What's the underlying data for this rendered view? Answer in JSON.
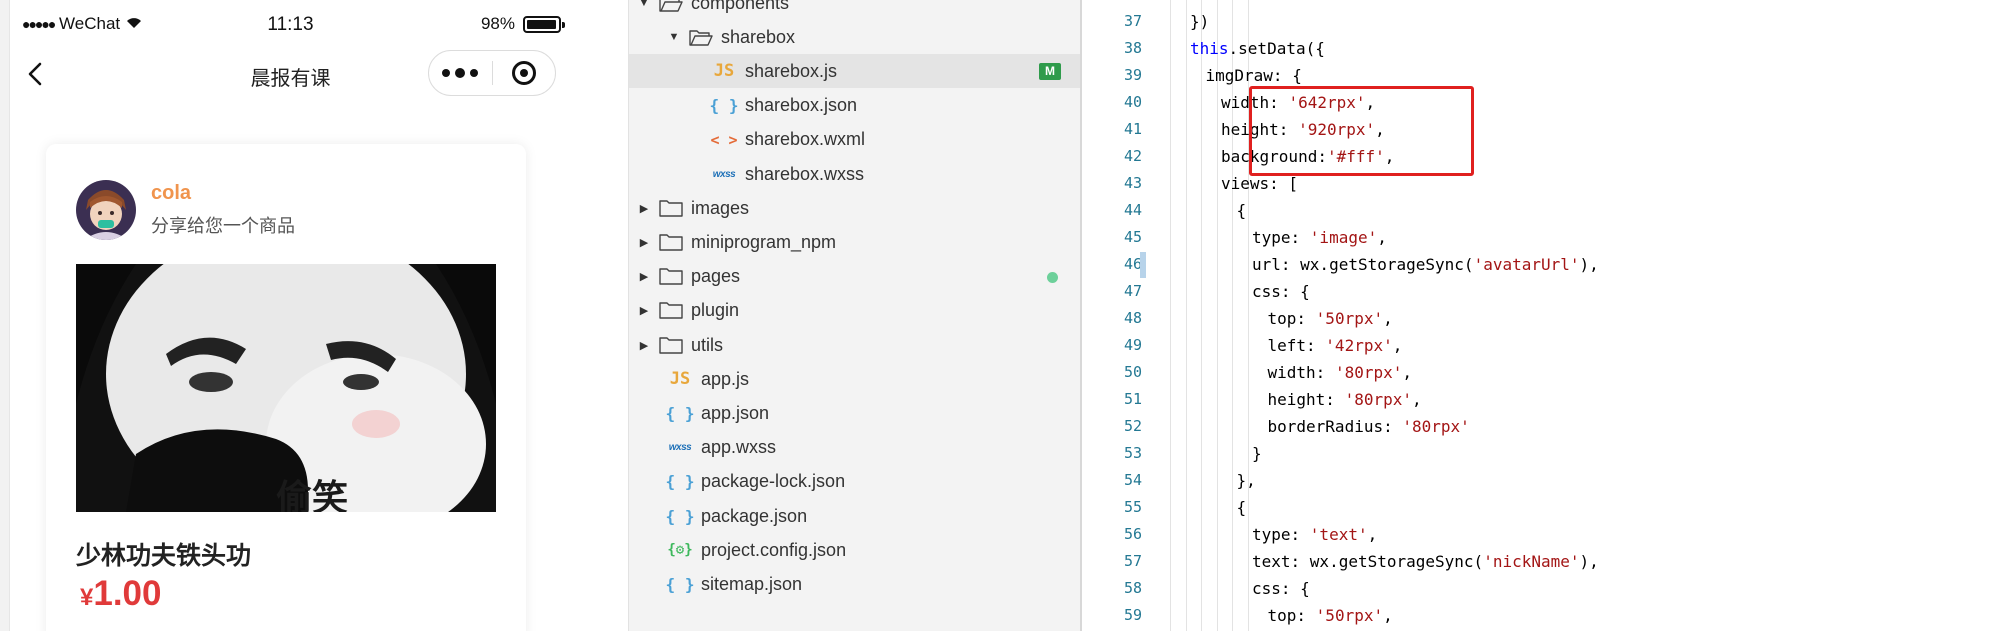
{
  "phone": {
    "status": {
      "carrier": "WeChat",
      "signal_dots": "●●●●●",
      "time": "11:13",
      "battery": "98%",
      "battery_level": 0.98
    },
    "nav": {
      "title": "晨报有课",
      "back_icon": "chevron-left-icon",
      "more_icon": "more-dots-icon",
      "close_icon": "target-circle-icon"
    },
    "card": {
      "nickname": "cola",
      "share_text": "分享给您一个商品",
      "image_caption": "偷笑",
      "product_title": "少林功夫铁头功",
      "currency": "¥",
      "price": "1.00"
    }
  },
  "explorer": {
    "items": [
      {
        "label": "components",
        "type": "folder",
        "indent": 0,
        "expanded": true
      },
      {
        "label": "sharebox",
        "type": "folder",
        "indent": 1,
        "expanded": true
      },
      {
        "label": "sharebox.js",
        "type": "js",
        "icon_text": "JS",
        "indent": 2,
        "selected": true,
        "badge": "M"
      },
      {
        "label": "sharebox.json",
        "type": "json",
        "icon_text": "{ }",
        "indent": 2
      },
      {
        "label": "sharebox.wxml",
        "type": "wxml",
        "icon_text": "< >",
        "indent": 2
      },
      {
        "label": "sharebox.wxss",
        "type": "wxss",
        "icon_text": "wxss",
        "indent": 2
      },
      {
        "label": "images",
        "type": "folder",
        "indent": 0,
        "expanded": false
      },
      {
        "label": "miniprogram_npm",
        "type": "folder",
        "indent": 0,
        "expanded": false
      },
      {
        "label": "pages",
        "type": "folder",
        "indent": 0,
        "expanded": false,
        "dot": true
      },
      {
        "label": "plugin",
        "type": "folder",
        "indent": 0,
        "expanded": false
      },
      {
        "label": "utils",
        "type": "folder",
        "indent": 0,
        "expanded": false
      },
      {
        "label": "app.js",
        "type": "js",
        "icon_text": "JS",
        "indent": 0
      },
      {
        "label": "app.json",
        "type": "json",
        "icon_text": "{ }",
        "indent": 0
      },
      {
        "label": "app.wxss",
        "type": "wxss",
        "icon_text": "wxss",
        "indent": 0
      },
      {
        "label": "package-lock.json",
        "type": "json",
        "icon_text": "{ }",
        "indent": 0
      },
      {
        "label": "package.json",
        "type": "json",
        "icon_text": "{ }",
        "indent": 0
      },
      {
        "label": "project.config.json",
        "type": "config",
        "icon_text": "{⚙}",
        "indent": 0
      },
      {
        "label": "sitemap.json",
        "type": "json",
        "icon_text": "{ }",
        "indent": 0
      }
    ],
    "colors": {
      "badge_m": "#2f9b4b",
      "dot": "#6dd09a"
    }
  },
  "editor": {
    "lines": [
      {
        "n": "37",
        "indent": 1,
        "parts": [
          [
            "p",
            "})"
          ]
        ]
      },
      {
        "n": "38",
        "indent": 1,
        "parts": [
          [
            "k",
            "this"
          ],
          [
            "p",
            ".setData({"
          ]
        ]
      },
      {
        "n": "39",
        "indent": 2,
        "parts": [
          [
            "p",
            "imgDraw: {"
          ]
        ]
      },
      {
        "n": "40",
        "indent": 3,
        "parts": [
          [
            "p",
            "width: "
          ],
          [
            "s",
            "'642rpx'"
          ],
          [
            "p",
            ","
          ]
        ]
      },
      {
        "n": "41",
        "indent": 3,
        "parts": [
          [
            "p",
            "height: "
          ],
          [
            "s",
            "'920rpx'"
          ],
          [
            "p",
            ","
          ]
        ]
      },
      {
        "n": "42",
        "indent": 3,
        "parts": [
          [
            "p",
            "background:"
          ],
          [
            "s",
            "'#fff'"
          ],
          [
            "p",
            ","
          ]
        ]
      },
      {
        "n": "43",
        "indent": 3,
        "parts": [
          [
            "p",
            "views: ["
          ]
        ]
      },
      {
        "n": "44",
        "indent": 4,
        "parts": [
          [
            "p",
            "{"
          ]
        ]
      },
      {
        "n": "45",
        "indent": 5,
        "parts": [
          [
            "p",
            "type: "
          ],
          [
            "s",
            "'image'"
          ],
          [
            "p",
            ","
          ]
        ]
      },
      {
        "n": "46",
        "indent": 5,
        "parts": [
          [
            "p",
            "url: wx.getStorageSync("
          ],
          [
            "s",
            "'avatarUrl'"
          ],
          [
            "p",
            "),"
          ]
        ]
      },
      {
        "n": "47",
        "indent": 5,
        "parts": [
          [
            "p",
            "css: {"
          ]
        ]
      },
      {
        "n": "48",
        "indent": 6,
        "parts": [
          [
            "p",
            "top: "
          ],
          [
            "s",
            "'50rpx'"
          ],
          [
            "p",
            ","
          ]
        ]
      },
      {
        "n": "49",
        "indent": 6,
        "parts": [
          [
            "p",
            "left: "
          ],
          [
            "s",
            "'42rpx'"
          ],
          [
            "p",
            ","
          ]
        ]
      },
      {
        "n": "50",
        "indent": 6,
        "parts": [
          [
            "p",
            "width: "
          ],
          [
            "s",
            "'80rpx'"
          ],
          [
            "p",
            ","
          ]
        ]
      },
      {
        "n": "51",
        "indent": 6,
        "parts": [
          [
            "p",
            "height: "
          ],
          [
            "s",
            "'80rpx'"
          ],
          [
            "p",
            ","
          ]
        ]
      },
      {
        "n": "52",
        "indent": 6,
        "parts": [
          [
            "p",
            "borderRadius: "
          ],
          [
            "s",
            "'80rpx'"
          ]
        ]
      },
      {
        "n": "53",
        "indent": 5,
        "parts": [
          [
            "p",
            "}"
          ]
        ]
      },
      {
        "n": "54",
        "indent": 4,
        "parts": [
          [
            "p",
            "},"
          ]
        ]
      },
      {
        "n": "55",
        "indent": 4,
        "parts": [
          [
            "p",
            "{"
          ]
        ]
      },
      {
        "n": "56",
        "indent": 5,
        "parts": [
          [
            "p",
            "type: "
          ],
          [
            "s",
            "'text'"
          ],
          [
            "p",
            ","
          ]
        ]
      },
      {
        "n": "57",
        "indent": 5,
        "parts": [
          [
            "p",
            "text: wx.getStorageSync("
          ],
          [
            "s",
            "'nickName'"
          ],
          [
            "p",
            "),"
          ]
        ]
      },
      {
        "n": "58",
        "indent": 5,
        "parts": [
          [
            "p",
            "css: {"
          ]
        ]
      },
      {
        "n": "59",
        "indent": 6,
        "parts": [
          [
            "p",
            "top: "
          ],
          [
            "s",
            "'50rpx'"
          ],
          [
            "p",
            ","
          ]
        ]
      }
    ],
    "colors": {
      "keyword": "#0000ff",
      "string": "#a31515",
      "line_number": "#237893",
      "highlight_box": "#e0201f"
    }
  }
}
